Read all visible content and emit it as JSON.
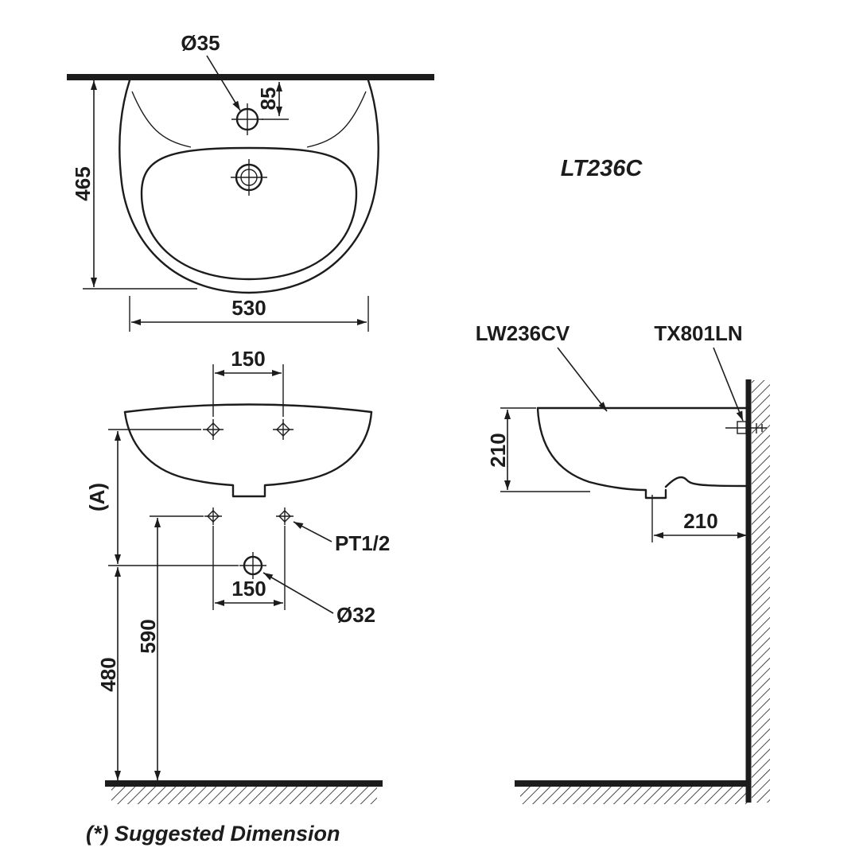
{
  "meta": {
    "model_label": "LT236C",
    "footnote": "(*) Suggested Dimension"
  },
  "top_view": {
    "faucet_hole_diameter": "Ø35",
    "faucet_offset": "85",
    "overall_depth": "465",
    "overall_width": "530"
  },
  "front_view": {
    "faucet_hole_spacing": "150",
    "height_a": "(A)",
    "supply_thread": "PT1/2",
    "bolt_hole_spacing": "150",
    "drain_diameter": "Ø32",
    "bolt_height": "590",
    "drain_height": "480"
  },
  "side_view": {
    "basin_code": "LW236CV",
    "fitting_code": "TX801LN",
    "basin_height": "210",
    "drain_wall_distance": "210"
  }
}
